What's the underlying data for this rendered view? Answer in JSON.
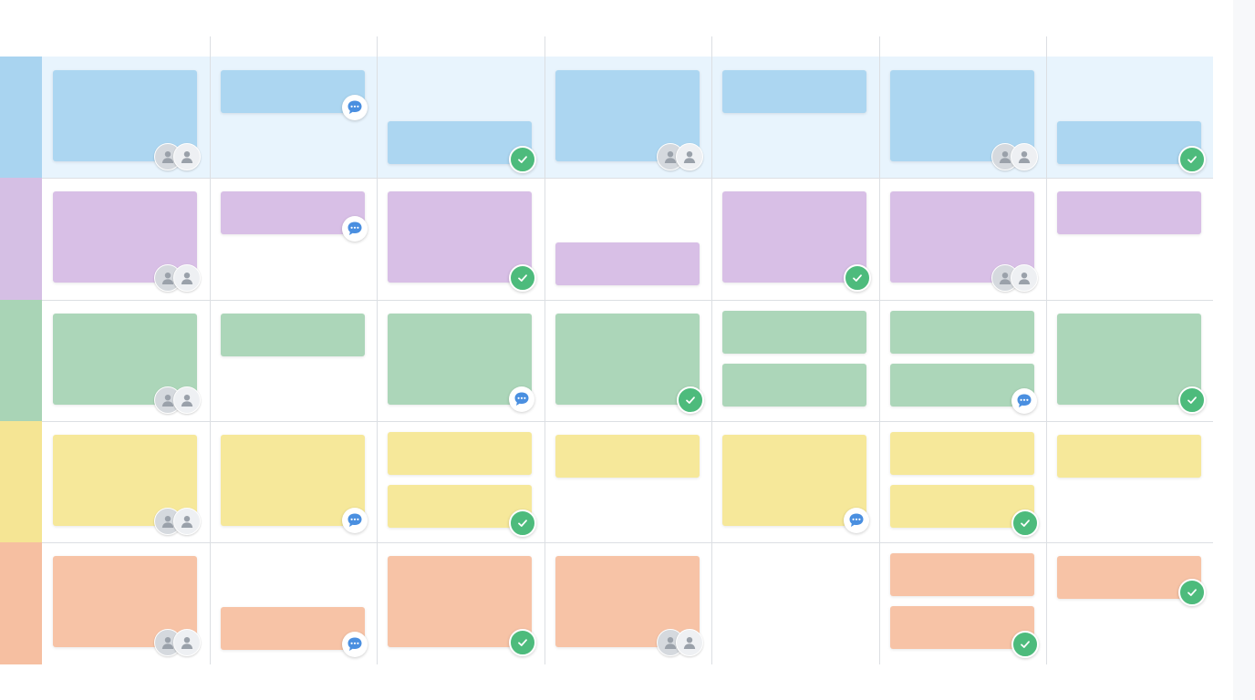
{
  "colors": {
    "background": "#ffffff",
    "grid_line": "#dcdfe3",
    "active_lane_background": "#e8f4fd",
    "check_badge": "#4dbb7c",
    "comment_badge": "#4a8fe0",
    "avatar_front": "#eef0f3",
    "avatar_back": "#d5d9de",
    "avatar_glyph": "#9aa1aa"
  },
  "columns": 7,
  "lanes": [
    {
      "color": "blue",
      "swatch": "#a9d4f0",
      "card_color": "#acd6f1",
      "highlighted": true,
      "cells": [
        {
          "cards": [
            "tall"
          ],
          "badge": "avatars"
        },
        {
          "cards": [
            "short-top"
          ],
          "badge": "comment"
        },
        {
          "cards": [
            "short-bottom"
          ],
          "badge": "check"
        },
        {
          "cards": [
            "tall"
          ],
          "badge": "avatars"
        },
        {
          "cards": [
            "short-top"
          ],
          "badge": null
        },
        {
          "cards": [
            "tall"
          ],
          "badge": "avatars"
        },
        {
          "cards": [
            "short-bottom"
          ],
          "badge": "check"
        }
      ]
    },
    {
      "color": "purple",
      "swatch": "#d5bfe4",
      "card_color": "#d8bfe6",
      "highlighted": false,
      "cells": [
        {
          "cards": [
            "tall"
          ],
          "badge": "avatars"
        },
        {
          "cards": [
            "short-top"
          ],
          "badge": "comment"
        },
        {
          "cards": [
            "tall"
          ],
          "badge": "check"
        },
        {
          "cards": [
            "short-bottom"
          ],
          "badge": null
        },
        {
          "cards": [
            "tall"
          ],
          "badge": "check"
        },
        {
          "cards": [
            "tall"
          ],
          "badge": "avatars"
        },
        {
          "cards": [
            "short-top"
          ],
          "badge": null
        }
      ]
    },
    {
      "color": "green",
      "swatch": "#a9d4b6",
      "card_color": "#acd6b9",
      "highlighted": false,
      "cells": [
        {
          "cards": [
            "tall"
          ],
          "badge": "avatars"
        },
        {
          "cards": [
            "short-top"
          ],
          "badge": null
        },
        {
          "cards": [
            "tall"
          ],
          "badge": "comment"
        },
        {
          "cards": [
            "tall"
          ],
          "badge": "check"
        },
        {
          "cards": [
            "stack-top",
            "stack-bottom"
          ],
          "badge": null
        },
        {
          "cards": [
            "stack-top",
            "stack-bottom"
          ],
          "badge": "comment"
        },
        {
          "cards": [
            "tall"
          ],
          "badge": "check"
        }
      ]
    },
    {
      "color": "yellow",
      "swatch": "#f5e594",
      "card_color": "#f6e89a",
      "highlighted": false,
      "cells": [
        {
          "cards": [
            "tall"
          ],
          "badge": "avatars"
        },
        {
          "cards": [
            "tall"
          ],
          "badge": "comment"
        },
        {
          "cards": [
            "stack-top",
            "stack-bottom"
          ],
          "badge": "check"
        },
        {
          "cards": [
            "short-top"
          ],
          "badge": null
        },
        {
          "cards": [
            "tall"
          ],
          "badge": "comment"
        },
        {
          "cards": [
            "stack-top",
            "stack-bottom"
          ],
          "badge": "check"
        },
        {
          "cards": [
            "short-top"
          ],
          "badge": null
        }
      ]
    },
    {
      "color": "orange",
      "swatch": "#f6bfa1",
      "card_color": "#f7c3a6",
      "highlighted": false,
      "cells": [
        {
          "cards": [
            "tall"
          ],
          "badge": "avatars"
        },
        {
          "cards": [
            "short-bottom"
          ],
          "badge": "comment"
        },
        {
          "cards": [
            "tall"
          ],
          "badge": "check"
        },
        {
          "cards": [
            "tall"
          ],
          "badge": "avatars"
        },
        {
          "cards": [],
          "badge": null
        },
        {
          "cards": [
            "stack-top",
            "stack-bottom"
          ],
          "badge": "check"
        },
        {
          "cards": [
            "short-top"
          ],
          "badge": "check-mid"
        }
      ]
    }
  ]
}
